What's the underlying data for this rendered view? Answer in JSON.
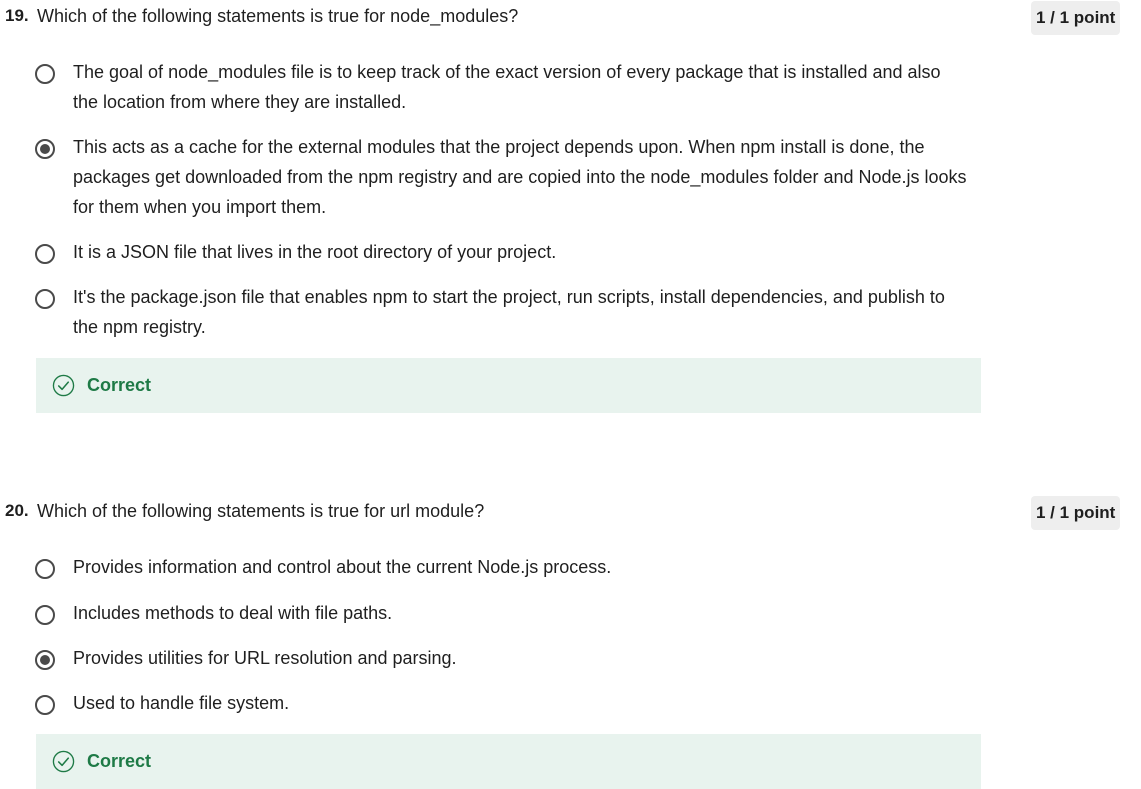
{
  "colors": {
    "correct_bg": "#e8f3ee",
    "correct_text": "#1e7a46",
    "badge_bg": "#eeeeee",
    "radio": "#4a4a4a"
  },
  "questions": [
    {
      "number": "19.",
      "text": "Which of the following statements is true for node_modules?",
      "points": "1 / 1 point",
      "options": [
        {
          "label": "The goal of node_modules file is to keep track of the exact version of every package that is installed and also the location from where they are installed.",
          "selected": false
        },
        {
          "label": "This acts as a cache for the external modules that the project depends upon. When  npm install is done, the packages get downloaded from the npm registry and are copied into the node_modules folder and Node.js looks for them when you import them.",
          "selected": true
        },
        {
          "label": "It is a JSON file that lives in the root directory of your project.",
          "selected": false
        },
        {
          "label": "It's the package.json file that enables npm to start the project, run scripts, install dependencies, and publish to the npm registry.",
          "selected": false
        }
      ],
      "feedback": {
        "icon": "check-circle-icon",
        "label": "Correct"
      }
    },
    {
      "number": "20.",
      "text": "Which of the following statements is true for url module?",
      "points": "1 / 1 point",
      "options": [
        {
          "label": "Provides information and control about the current Node.js process.",
          "selected": false
        },
        {
          "label": "Includes methods to deal with file paths.",
          "selected": false
        },
        {
          "label": "Provides utilities for URL resolution and parsing.",
          "selected": true
        },
        {
          "label": "Used to handle file system.",
          "selected": false
        }
      ],
      "feedback": {
        "icon": "check-circle-icon",
        "label": "Correct"
      }
    }
  ]
}
